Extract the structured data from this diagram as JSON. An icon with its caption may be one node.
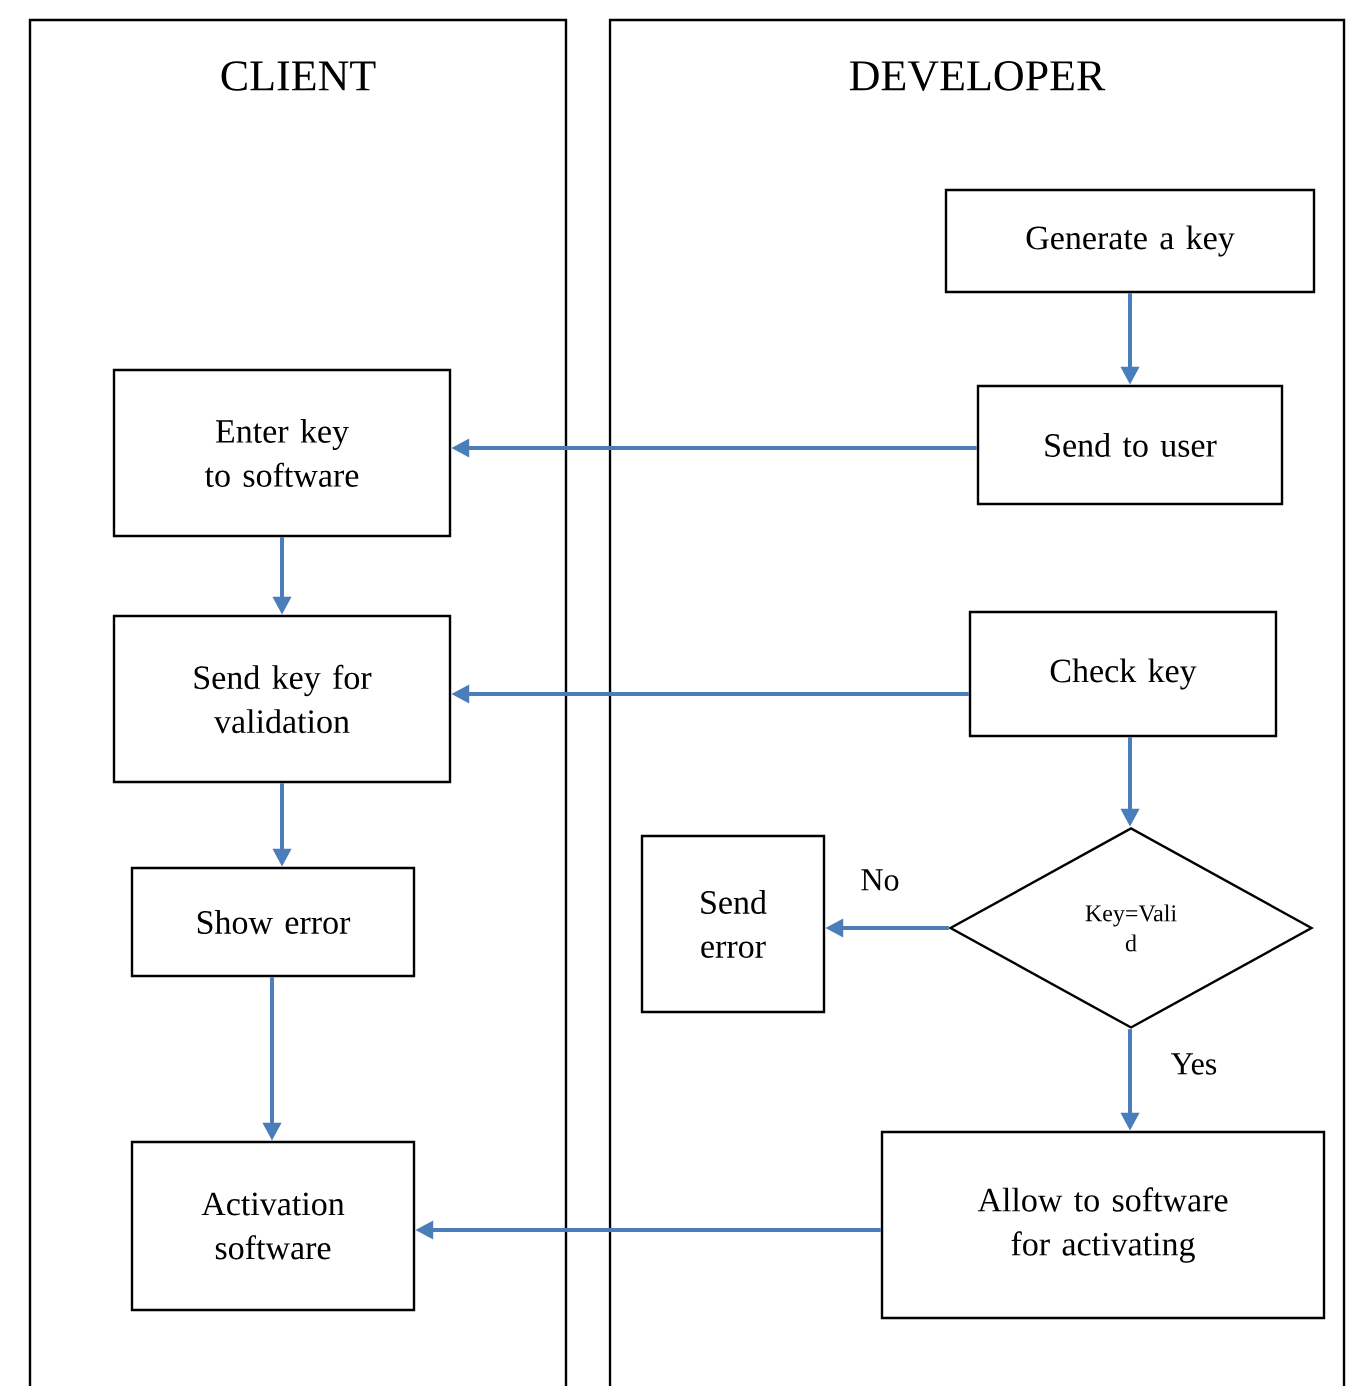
{
  "diagram": {
    "nodes": [
      {
        "text": [
          "CLIENT"
        ]
      },
      {
        "text": [
          "DEVELOPER"
        ]
      },
      {
        "text": [
          "Generate a key"
        ],
        "in": 1
      },
      {
        "text": [
          "Enter key to software"
        ],
        "in": 0
      },
      {
        "text": [
          "Send to user"
        ],
        "in": 1
      },
      {
        "text": [
          "Send key for validation"
        ],
        "in": 0
      },
      {
        "text": [
          "Check key"
        ],
        "in": 1
      },
      {
        "text": [
          "Send error"
        ],
        "in": 1
      },
      {
        "text": [
          "Key=Vali d"
        ],
        "in": 1
      },
      {
        "text": [
          "Show error"
        ],
        "in": 0
      },
      {
        "text": [
          "Activation software"
        ],
        "in": 0
      },
      {
        "text": [
          "Allow to software for activating"
        ],
        "in": 1
      }
    ],
    "edges": [
      {
        "from": 2,
        "to": 4,
        "arrow": "to"
      },
      {
        "from": 4,
        "to": 3,
        "arrow": "to"
      },
      {
        "from": 3,
        "to": 5,
        "arrow": "to"
      },
      {
        "from": 6,
        "to": 5,
        "arrow": "to"
      },
      {
        "from": 6,
        "to": 8,
        "arrow": "to"
      },
      {
        "from": 8,
        "to": 7,
        "arrow": "to",
        "label": "No"
      },
      {
        "from": 5,
        "to": 9,
        "arrow": "to"
      },
      {
        "from": 9,
        "to": 10,
        "arrow": "to"
      },
      {
        "from": 8,
        "to": 11,
        "arrow": "to",
        "label": "Yes"
      },
      {
        "from": 11,
        "to": 10,
        "arrow": "to"
      }
    ]
  }
}
